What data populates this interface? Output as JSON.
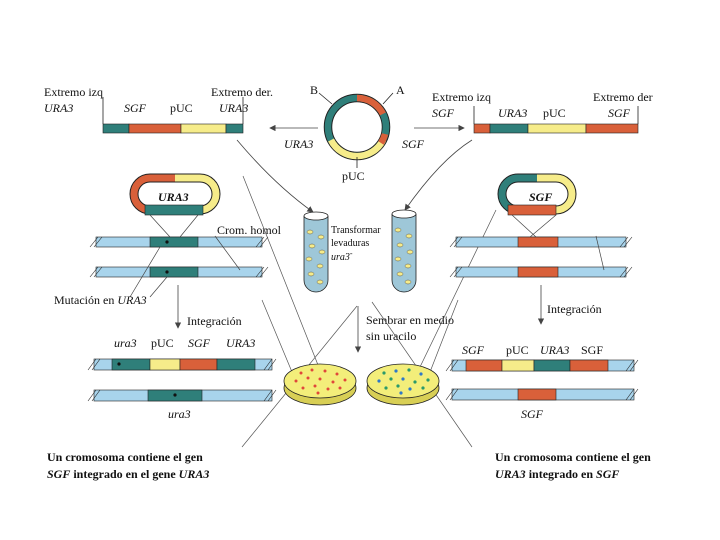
{
  "colors": {
    "teal": "#2f7f7a",
    "orange": "#d9603a",
    "yellow": "#f6ec8a",
    "chrom": "#a8d4ec",
    "chrom_dark": "#6aa3c8",
    "plate_medium": "#f3ee7a",
    "plate_rim": "#d8cf55",
    "red_dot": "#e0473a",
    "green_dot": "#2a9a6a",
    "blue_dot": "#2f78c8",
    "tube_fill": "#9ec7d8"
  },
  "left_vector": {
    "end_left_label": "Extremo izq",
    "end_left_gene": "URA3",
    "sgf_label": "SGF",
    "puc_label": "pUC",
    "end_right_label": "Extremo der.",
    "end_right_gene": "URA3"
  },
  "plasmid": {
    "b_label": "B",
    "a_label": "A",
    "ura3_label": "URA3",
    "sgf_label": "SGF",
    "puc_label": "pUC"
  },
  "right_vector": {
    "end_left_label": "Extremo izq",
    "end_left_gene": "SGF",
    "ura3_label": "URA3",
    "puc_label": "pUC",
    "end_right_label": "Extremo der",
    "end_right_gene": "SGF"
  },
  "left_panel": {
    "insert_label": "URA3",
    "crom_label": "Crom.  homol",
    "mutation_label": "Mutación en ",
    "mutation_gene": "URA3",
    "integration_label": "Integración",
    "result_labels": [
      "ura3",
      "pUC",
      "SGF",
      "URA3"
    ],
    "bottom_gene": "ura3",
    "caption_line1": "Un cromosoma contiene el gen",
    "caption_line2_a": "SGF",
    "caption_line2_b": " integrado en el gene ",
    "caption_line2_c": "URA3"
  },
  "middle": {
    "transform_line1": "Transformar",
    "transform_line2": "levaduras",
    "transform_line3": "ura3",
    "transform_sup": "-",
    "sow_line1": "Sembrar en medio",
    "sow_line2": "sin uracilo"
  },
  "right_panel": {
    "insert_label": "SGF",
    "integration_label": "Integración",
    "result_labels": [
      "SGF",
      "pUC",
      "URA3",
      "SGF"
    ],
    "bottom_gene": "SGF",
    "caption_line1": "Un cromosoma contiene el gen",
    "caption_line2_a": "URA3",
    "caption_line2_b": " integrado en ",
    "caption_line2_c": "SGF"
  }
}
